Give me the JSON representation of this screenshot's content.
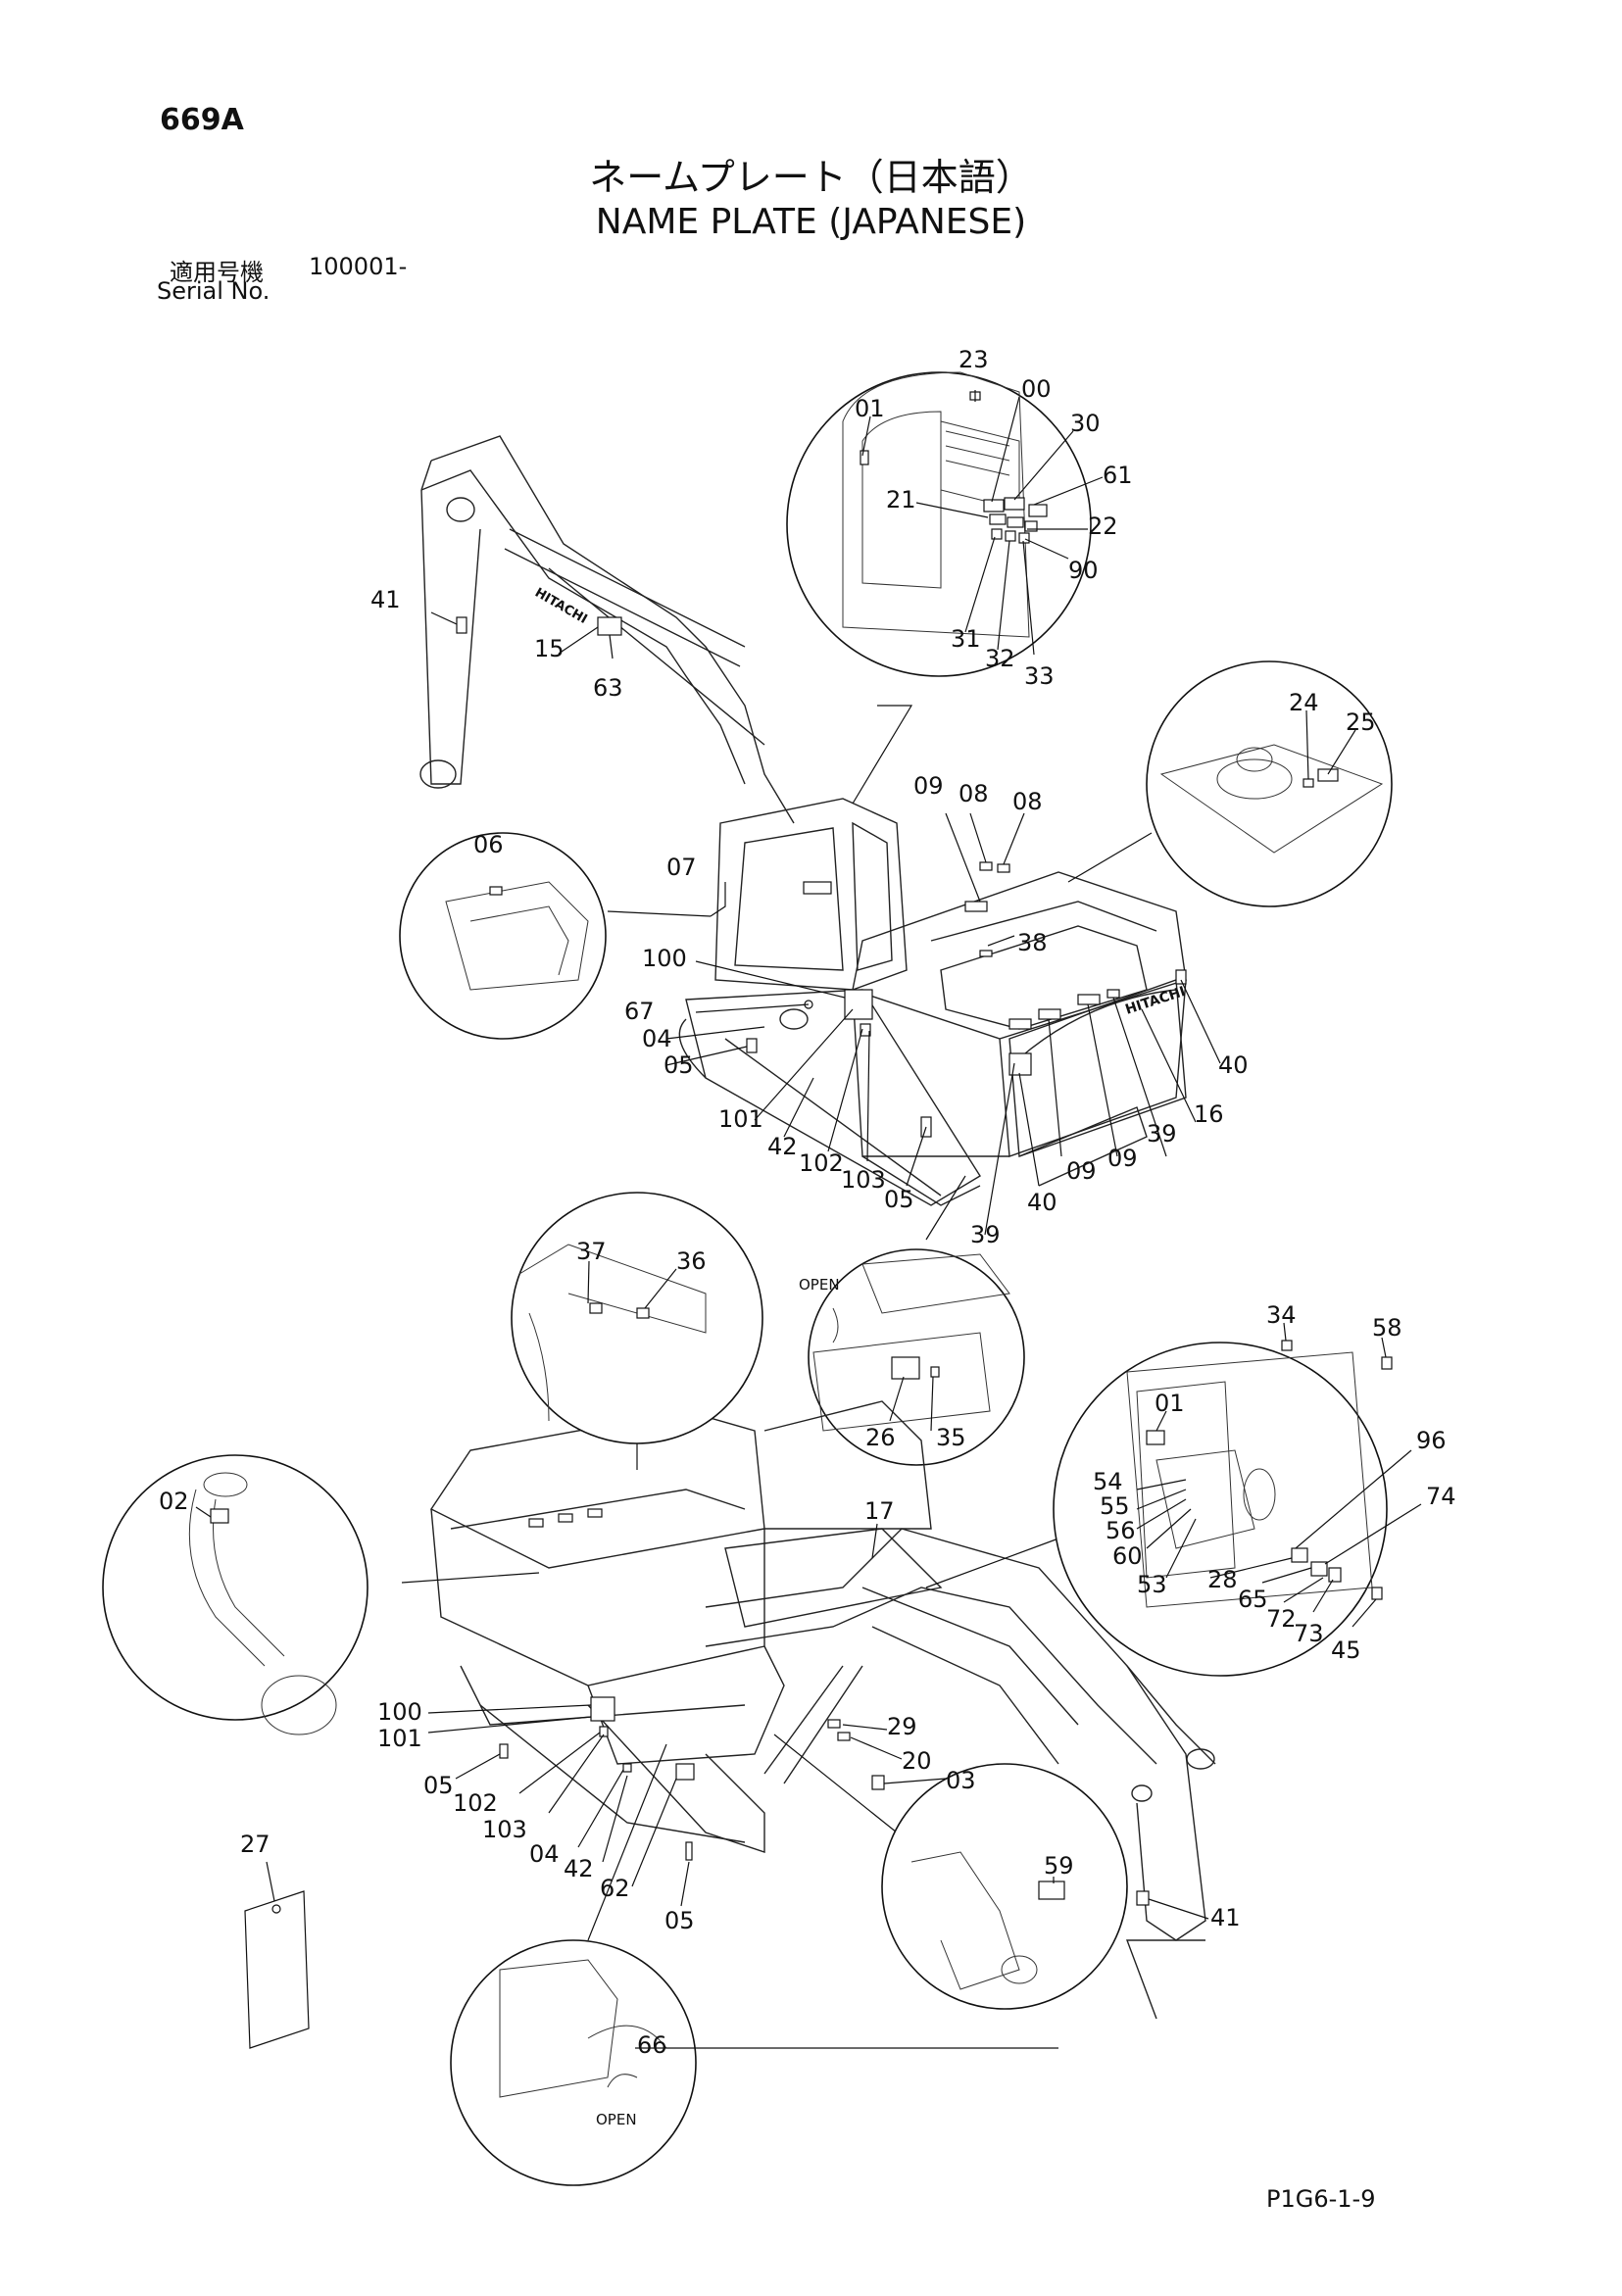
{
  "header": {
    "page_number": "669A",
    "title_jp": "ネームプレート（日本語）",
    "title_en": "NAME PLATE (JAPANESE)",
    "serial_label_jp": "適用号機",
    "serial_value": "100001-",
    "serial_label_en": "Serial No."
  },
  "footer": {
    "drawing_code": "P1G6-1-9"
  },
  "markings": {
    "brand": "HITACHI",
    "open": "OPEN"
  },
  "callouts": {
    "c01a": "01",
    "c23": "23",
    "c00": "00",
    "c30": "30",
    "c61": "61",
    "c21": "21",
    "c22": "22",
    "c90": "90",
    "c31": "31",
    "c32": "32",
    "c33": "33",
    "c41a": "41",
    "c15": "15",
    "c63": "63",
    "c24": "24",
    "c25": "25",
    "c09a": "09",
    "c08a": "08",
    "c08b": "08",
    "c06": "06",
    "c07": "07",
    "c38": "38",
    "c100a": "100",
    "c67": "67",
    "c04a": "04",
    "c05a": "05",
    "c101a": "101",
    "c42a": "42",
    "c102a": "102",
    "c103a": "103",
    "c05b": "05",
    "c39a": "39",
    "c40a": "40",
    "c09b": "09",
    "c09c": "09",
    "c39b": "39",
    "c16": "16",
    "c40b": "40",
    "c37": "37",
    "c36": "36",
    "c26": "26",
    "c35": "35",
    "c34": "34",
    "c58": "58",
    "c01b": "01",
    "c96": "96",
    "c54": "54",
    "c55": "55",
    "c56": "56",
    "c60": "60",
    "c53": "53",
    "c74": "74",
    "c28": "28",
    "c65": "65",
    "c72": "72",
    "c73": "73",
    "c45": "45",
    "c02": "02",
    "c17": "17",
    "c100b": "100",
    "c101b": "101",
    "c05c": "05",
    "c102b": "102",
    "c103b": "103",
    "c04b": "04",
    "c42b": "42",
    "c62": "62",
    "c05d": "05",
    "c29": "29",
    "c20": "20",
    "c03": "03",
    "c27": "27",
    "c59": "59",
    "c41b": "41",
    "c66": "66"
  }
}
